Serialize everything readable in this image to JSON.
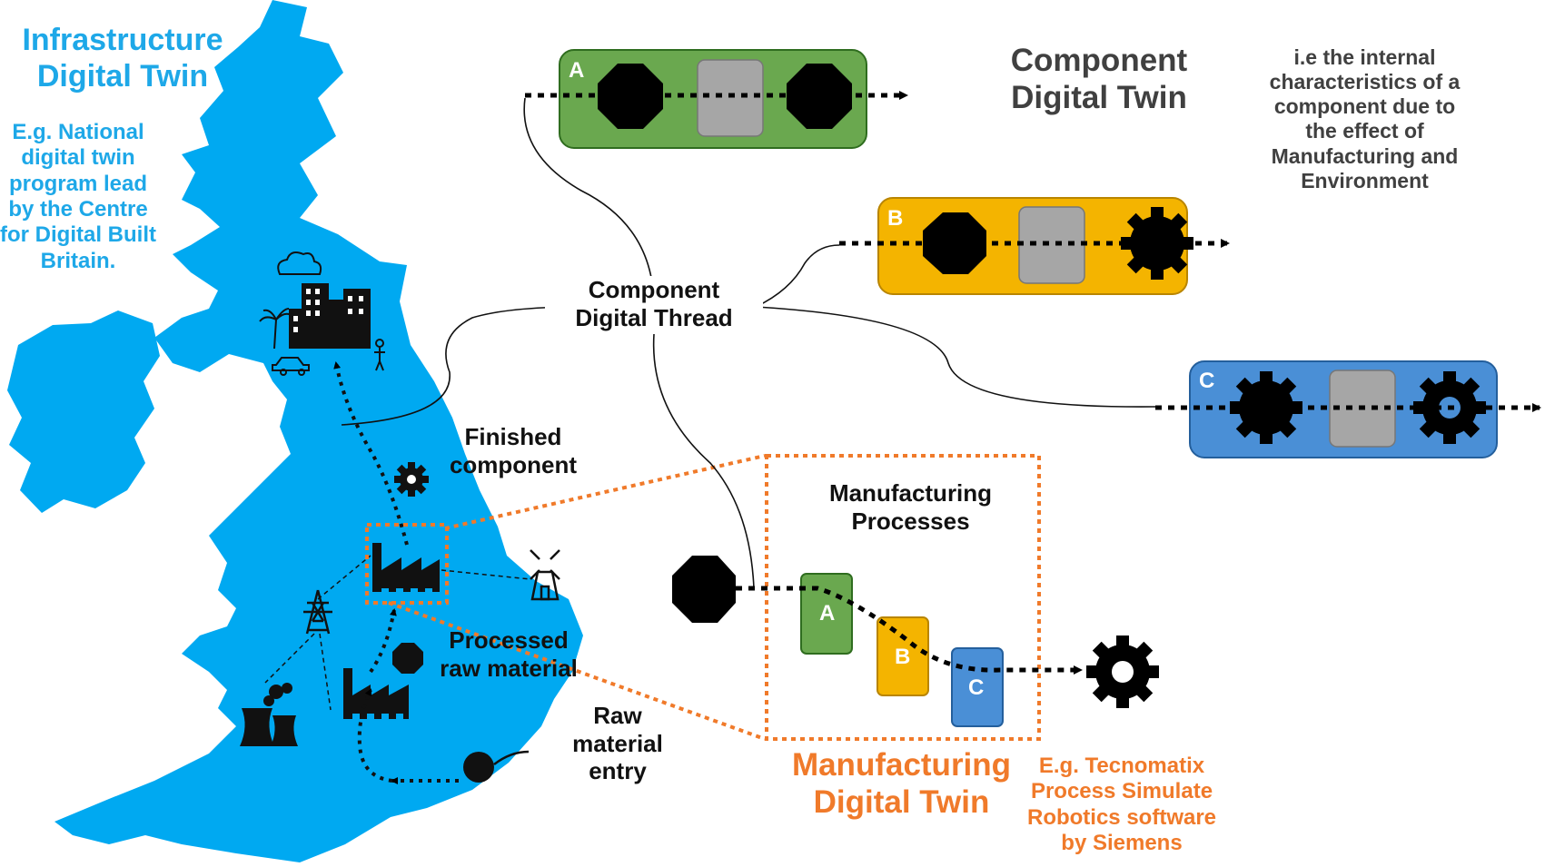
{
  "infrastructure": {
    "title": "Infrastructure\nDigital Twin",
    "note": "E.g. National\ndigital twin\nprogram lead\nby the Centre\nfor Digital Built\nBritain."
  },
  "component": {
    "title": "Component\nDigital Twin",
    "note": "i.e the internal\ncharacteristics of a\ncomponent due to\nthe effect of\nManufacturing and\nEnvironment"
  },
  "thread": {
    "label": "Component\nDigital  Thread"
  },
  "map_labels": {
    "finished": "Finished\ncomponent",
    "processed": "Processed\nraw material",
    "raw": "Raw\nmaterial\nentry"
  },
  "manufacturing": {
    "processes_label": "Manufacturing\nProcesses",
    "title": "Manufacturing\nDigital Twin",
    "note": "E.g. Tecnomatix\nProcess Simulate\nRobotics software\nby Siemens",
    "steps": [
      "A",
      "B",
      "C"
    ]
  },
  "stages": [
    "A",
    "B",
    "C"
  ],
  "colors": {
    "map": "#00a9f1",
    "infra_text": "#1ea8e8",
    "component_text": "#404040",
    "manufacturing": "#f07a2a",
    "stage_a": "#6aa84f",
    "stage_b": "#f4b400",
    "stage_c": "#4a8fd6",
    "inner_box": "#a6a6a6"
  },
  "icons": [
    "cloud-icon",
    "city-buildings-icon",
    "palm-tree-icon",
    "car-icon",
    "person-icon",
    "gear-icon",
    "factory-icon",
    "windmill-icon",
    "pylon-icon",
    "power-plant-icon",
    "octagon-icon",
    "circle-icon"
  ]
}
